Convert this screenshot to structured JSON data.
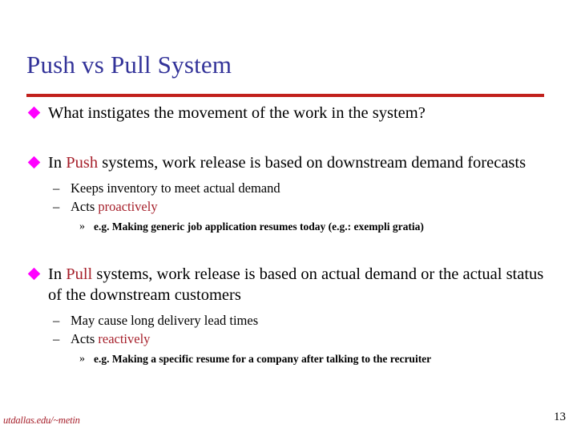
{
  "slide": {
    "title": "Push vs Pull System",
    "page_number": "13",
    "footer_url": "utdallas.edu/~metin",
    "colors": {
      "title": "#333399",
      "rule": "#c1201c",
      "bullet_diamond": "#ff00ff",
      "emphasis_red": "#a61f2a",
      "body_text": "#000000",
      "background": "#ffffff"
    },
    "bullets": [
      {
        "level": 1,
        "marker": "diamond",
        "text": "What instigates the movement of the work in the system?"
      },
      {
        "level": 1,
        "marker": "diamond",
        "text_before": "In ",
        "emphasis": "Push",
        "text_after": " systems, work release is based on downstream demand forecasts"
      },
      {
        "level": 2,
        "marker": "dash",
        "marker_glyph": "–",
        "text": "Keeps inventory to meet actual demand"
      },
      {
        "level": 2,
        "marker": "dash",
        "marker_glyph": "–",
        "text_before": "Acts ",
        "emphasis": "proactively",
        "text_after": ""
      },
      {
        "level": 3,
        "marker": "guillemet",
        "marker_glyph": "»",
        "text": "e.g. Making generic job application resumes today (e.g.: exempli gratia)"
      },
      {
        "level": 1,
        "marker": "diamond",
        "text_before": "In ",
        "emphasis": "Pull",
        "text_after": " systems, work release is based on actual demand or the actual status of the downstream customers"
      },
      {
        "level": 2,
        "marker": "dash",
        "marker_glyph": "–",
        "text": "May cause long delivery lead times"
      },
      {
        "level": 2,
        "marker": "dash",
        "marker_glyph": "–",
        "text_before": "Acts ",
        "emphasis": "reactively",
        "text_after": ""
      },
      {
        "level": 3,
        "marker": "guillemet",
        "marker_glyph": "»",
        "text": "e.g. Making a specific resume for a company after talking to the recruiter"
      }
    ]
  }
}
